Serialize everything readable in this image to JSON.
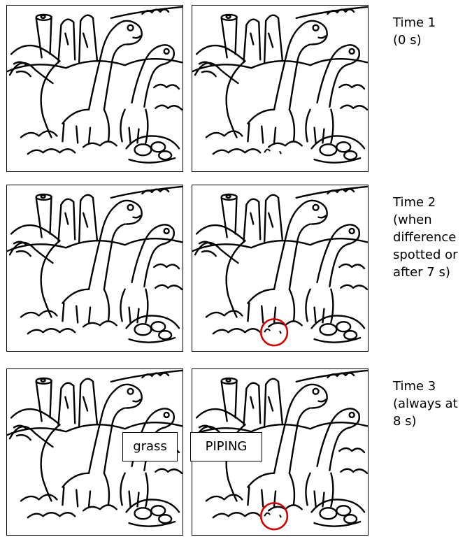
{
  "rows": [
    {
      "label_lines": [
        "Time 1",
        "(0 s)"
      ],
      "marker": false
    },
    {
      "label_lines": [
        "Time 2",
        "(when",
        "difference",
        "spotted or",
        "after 7 s)"
      ],
      "marker": true
    },
    {
      "label_lines": [
        "Time 3",
        "(always at",
        "8 s)"
      ],
      "marker": true
    }
  ],
  "words": {
    "left": "grass",
    "right": "PIPING"
  },
  "colors": {
    "line": "#000000",
    "marker": "#d00000",
    "background": "#ffffff"
  },
  "scene": "dinosaur-line-drawing"
}
